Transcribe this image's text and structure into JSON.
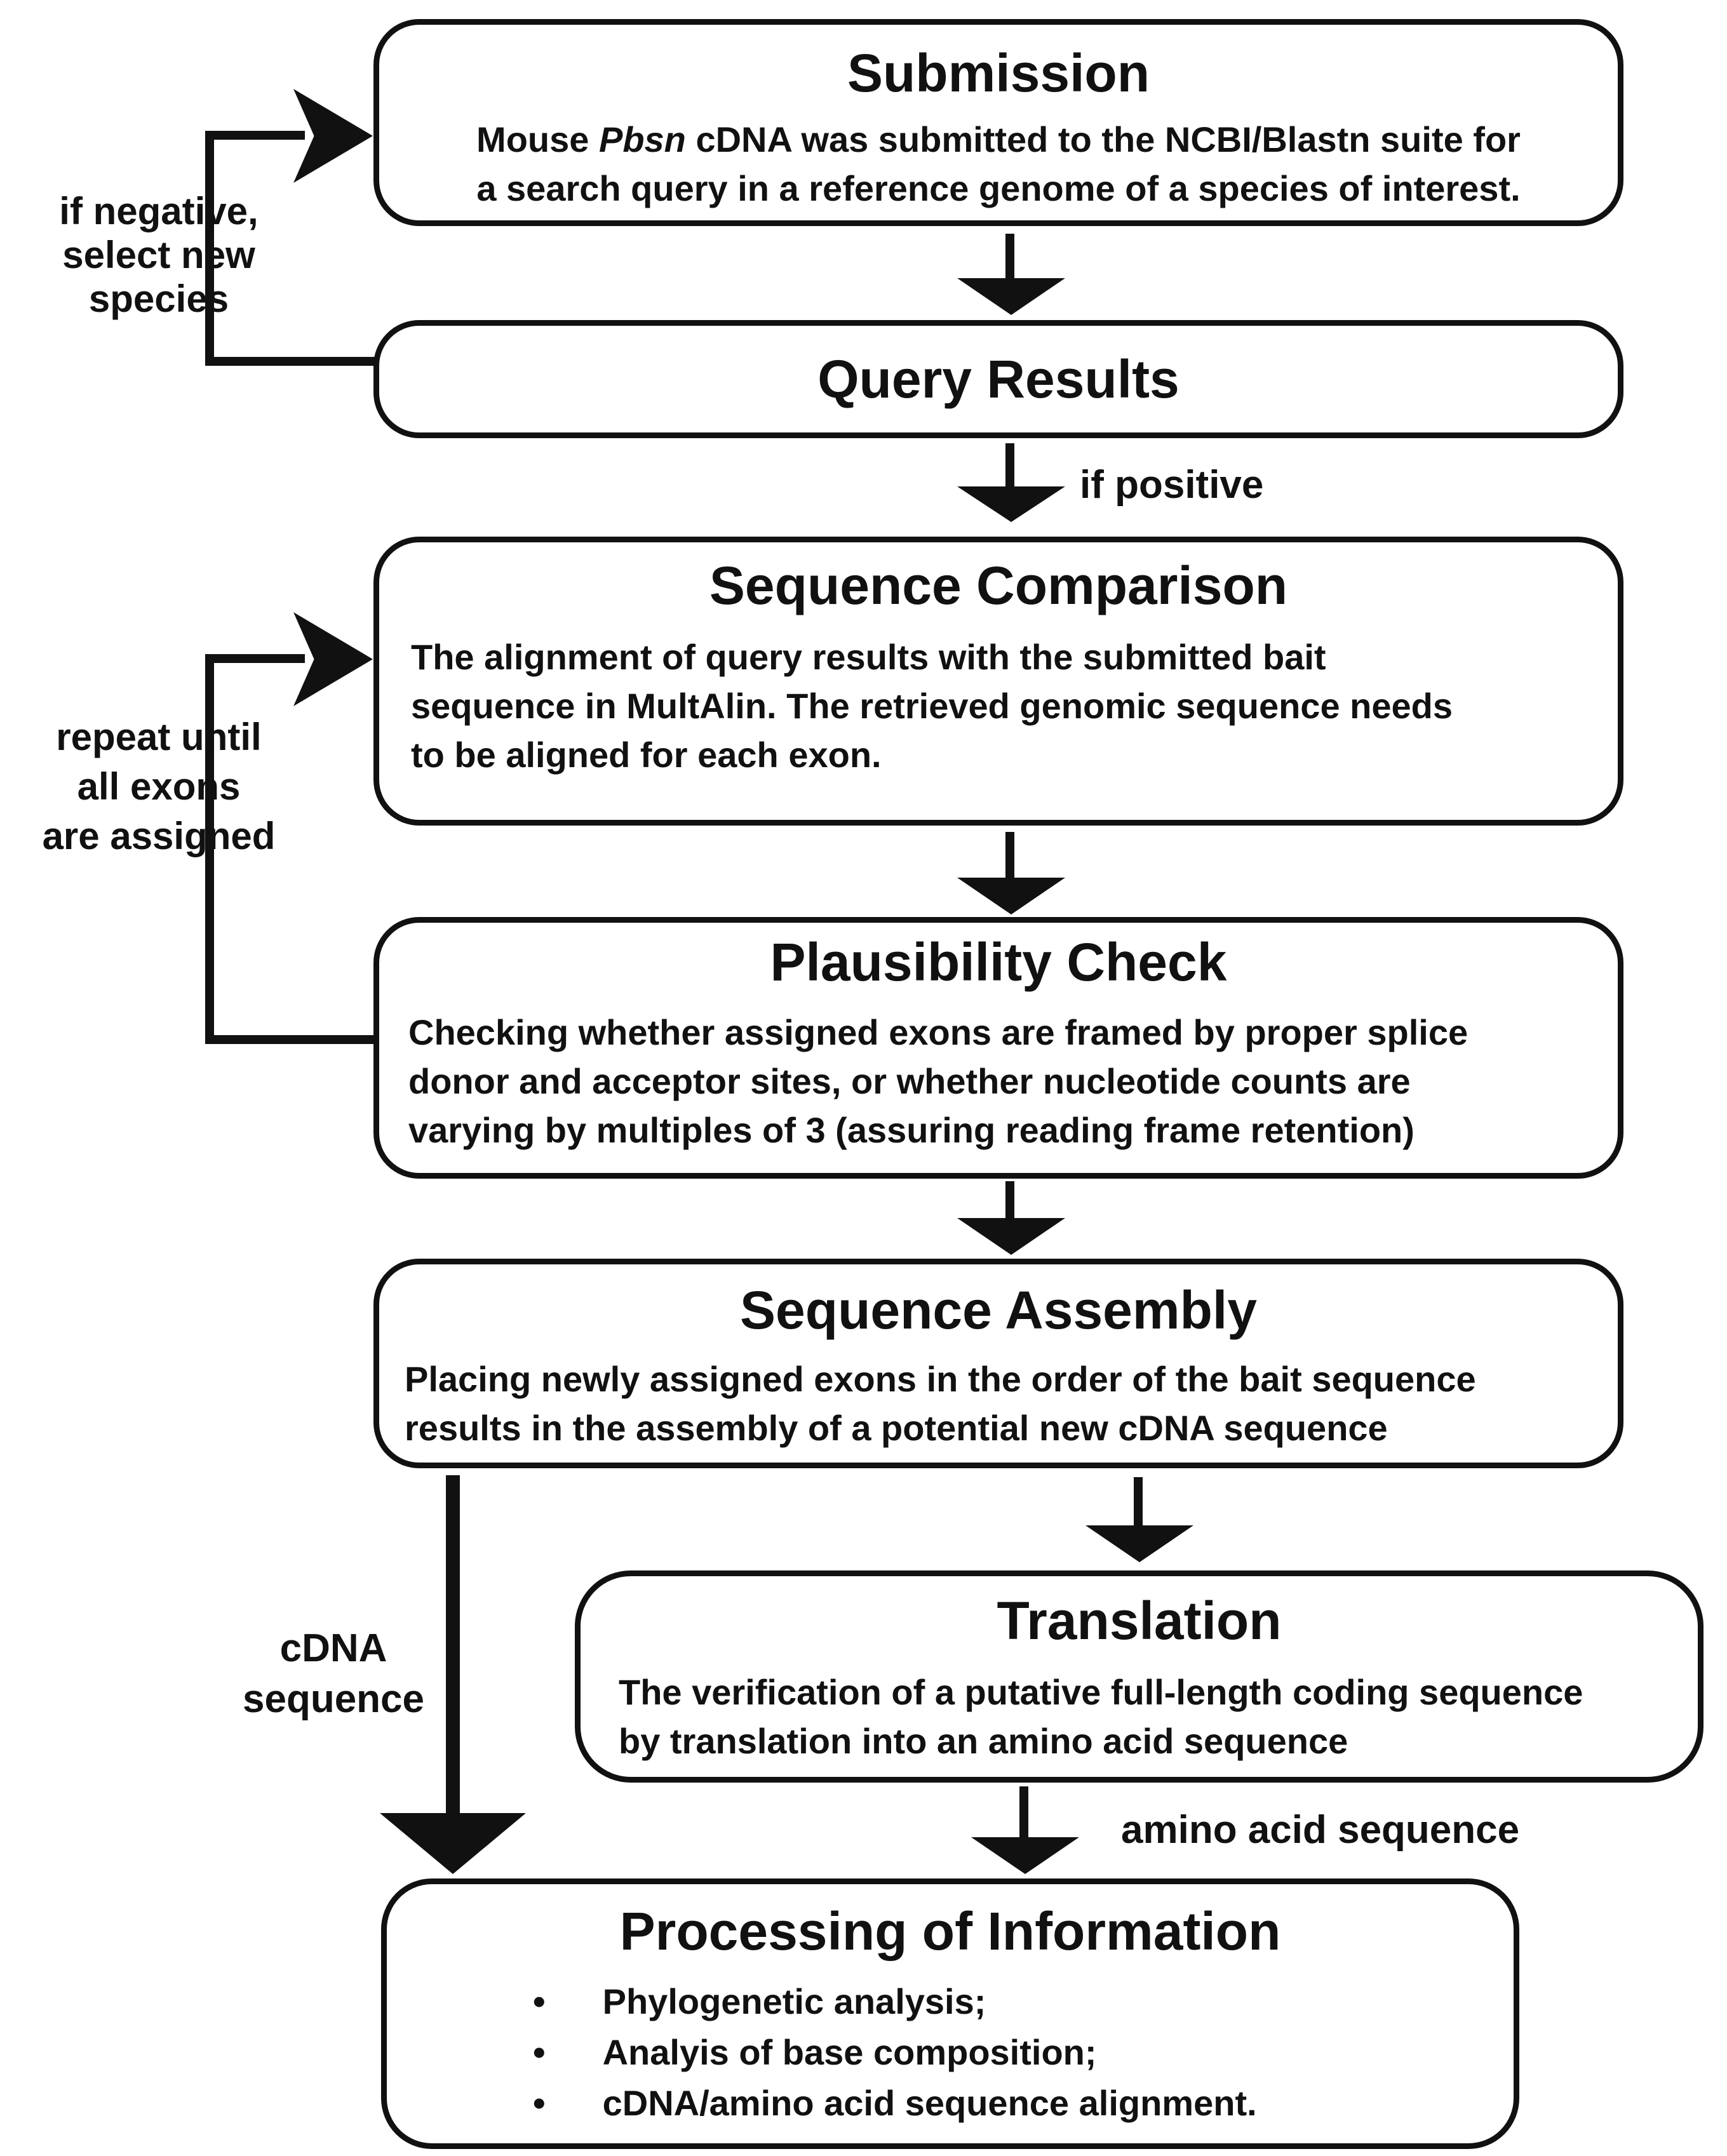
{
  "colors": {
    "ink": "#111111",
    "background": "#ffffff"
  },
  "nodes": {
    "submission": {
      "title": "Submission",
      "body_prefix": "Mouse ",
      "body_gene": "Pbsn",
      "body_rest": " cDNA was submitted to the NCBI/Blastn suite for\na search query in a reference genome of a species of interest."
    },
    "query_results": {
      "title": "Query Results"
    },
    "sequence_comparison": {
      "title": "Sequence Comparison",
      "body": "The alignment of query results with the submitted bait\nsequence in MultAlin. The retrieved genomic sequence needs\nto be aligned for each exon."
    },
    "plausibility_check": {
      "title": "Plausibility Check",
      "body": "Checking whether assigned exons are framed by proper splice\ndonor and acceptor sites, or whether nucleotide counts are\nvarying by multiples of 3 (assuring reading frame retention)"
    },
    "sequence_assembly": {
      "title": "Sequence Assembly",
      "body": "Placing newly assigned exons in the order of the bait sequence\nresults in the assembly of a potential new cDNA sequence"
    },
    "translation": {
      "title": "Translation",
      "body": "The verification of a putative full-length coding sequence\nby translation into an amino acid sequence"
    },
    "processing": {
      "title": "Processing of Information",
      "bullet": "•",
      "items": [
        "Phylogenetic analysis;",
        "Analyis of base composition;",
        "cDNA/amino acid sequence alignment."
      ]
    }
  },
  "edge_labels": {
    "if_negative": "if negative,\nselect new\nspecies",
    "if_positive": "if positive",
    "repeat": "repeat until\nall exons\nare assigned",
    "cdna": "cDNA\nsequence",
    "amino": "amino acid sequence"
  }
}
